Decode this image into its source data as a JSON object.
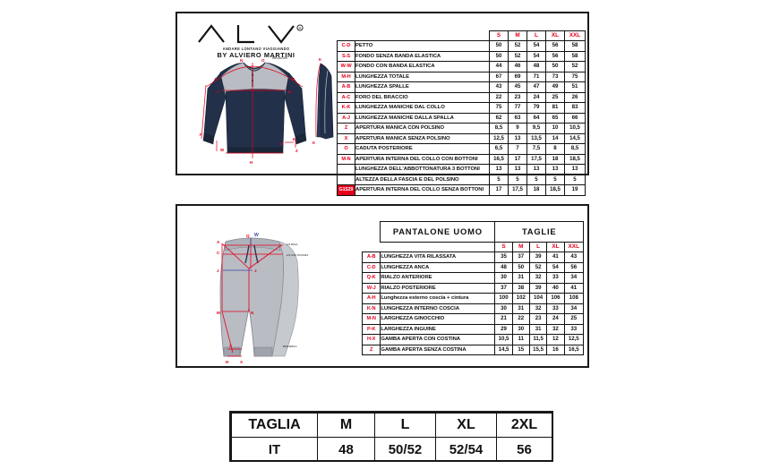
{
  "brand": {
    "name": "A L V",
    "registered": "®",
    "tagline": "ANDARE LONTANO VIAGGIANDO",
    "by_line": "BY ALVIERO MARTINI"
  },
  "illustrations": {
    "sweatshirt": {
      "name": "sweatshirt-front-and-side-diagram",
      "colors": {
        "body": "#22304a",
        "yoke": "#b9bcc2",
        "measure_line": "#e3001b"
      },
      "labels_front": [
        "N",
        "O",
        "A",
        "B",
        "C",
        "D",
        "F",
        "W",
        "H",
        "G",
        "K",
        "Z"
      ],
      "labels_side": [
        "K",
        "K"
      ],
      "note": "R8/11#2Gm"
    },
    "pants": {
      "name": "jogger-pants-diagram",
      "colors": {
        "body": "#b9bcc2",
        "measure_line": "#e3001b",
        "accent_line": "#3a46a8"
      },
      "labels": [
        "A",
        "C",
        "Q",
        "W",
        "J",
        "M",
        "N",
        "Z",
        "H",
        "X"
      ],
      "notes": [
        "1/3 RIGA",
        "1/4 CAC  POCKET",
        "R8/13#33m"
      ]
    }
  },
  "shirt_table": {
    "size_headers": [
      "S",
      "M",
      "L",
      "XL",
      "XXL"
    ],
    "rows": [
      {
        "code": "C-D",
        "desc": "PETTO",
        "values": [
          "50",
          "52",
          "54",
          "56",
          "58"
        ]
      },
      {
        "code": "S-S",
        "desc": "FONDO SENZA BANDA ELASTICA",
        "values": [
          "50",
          "52",
          "54",
          "56",
          "58"
        ]
      },
      {
        "code": "W-W",
        "desc": "FONDO CON BANDA ELASTICA",
        "values": [
          "44",
          "46",
          "48",
          "50",
          "52"
        ]
      },
      {
        "code": "M-H",
        "desc": "LUNGHEZZA TOTALE",
        "values": [
          "67",
          "69",
          "71",
          "73",
          "75"
        ]
      },
      {
        "code": "A-B",
        "desc": "LUNGHEZZA SPALLE",
        "values": [
          "43",
          "45",
          "47",
          "49",
          "51"
        ]
      },
      {
        "code": "A-C",
        "desc": "FORO DEL BRACCIO",
        "values": [
          "22",
          "23",
          "24",
          "25",
          "26"
        ]
      },
      {
        "code": "K-K",
        "desc": "LUNGHEZZA MANICHE DAL COLLO",
        "values": [
          "75",
          "77",
          "79",
          "81",
          "83"
        ]
      },
      {
        "code": "A-J",
        "desc": "LUNGHEZZA MANICHE DALLA SPALLA",
        "values": [
          "62",
          "63",
          "64",
          "65",
          "66"
        ]
      },
      {
        "code": "Z",
        "desc": "APERTURA MANICA CON POLSINO",
        "values": [
          "8,5",
          "9",
          "9,5",
          "10",
          "10,5"
        ]
      },
      {
        "code": "X",
        "desc": "APERTURA MANICA SENZA POLSINO",
        "values": [
          "12,5",
          "13",
          "13,5",
          "14",
          "14,5"
        ]
      },
      {
        "code": "O",
        "desc": "CADUTA POSTERIORE",
        "values": [
          "6,5",
          "7",
          "7,5",
          "8",
          "8,5"
        ]
      },
      {
        "code": "M-N",
        "desc": "APERTURA INTERNA DEL COLLO CON BOTTONI",
        "values": [
          "16,5",
          "17",
          "17,5",
          "18",
          "18,5"
        ]
      },
      {
        "code": "",
        "desc": "LUNGHEZZA DELL'ABBOTTONATURA 3 BOTTONI",
        "values": [
          "13",
          "13",
          "13",
          "13",
          "13"
        ]
      },
      {
        "code": "",
        "desc": "ALTEZZA DELLA FASCIA E DEL POLSINO",
        "values": [
          "5",
          "5",
          "5",
          "5",
          "5"
        ]
      },
      {
        "code": "G1S29",
        "code_badge": true,
        "desc": "APERTURA INTERNA DEL COLLO SENZA BOTTONI",
        "values": [
          "17",
          "17,5",
          "18",
          "18,5",
          "19"
        ]
      }
    ]
  },
  "pants_table": {
    "title": "PANTALONE UOMO",
    "sizes_title": "TAGLIE",
    "size_headers": [
      "S",
      "M",
      "L",
      "XL",
      "XXL"
    ],
    "rows": [
      {
        "code": "A-B",
        "desc": "LUNGHEZZA VITA RILASSATA",
        "values": [
          "35",
          "37",
          "39",
          "41",
          "43"
        ]
      },
      {
        "code": "C-D",
        "desc": "LUNGHEZZA ANCA",
        "values": [
          "48",
          "50",
          "52",
          "54",
          "56"
        ]
      },
      {
        "code": "Q-K",
        "desc": "RIALZO ANTERIORE",
        "values": [
          "30",
          "31",
          "32",
          "33",
          "34"
        ]
      },
      {
        "code": "W-J",
        "desc": "RIALZO POSTERIORE",
        "values": [
          "37",
          "38",
          "39",
          "40",
          "41"
        ]
      },
      {
        "code": "A-H",
        "desc": "Lunghezza esterno coscia + cintura",
        "values": [
          "100",
          "102",
          "104",
          "106",
          "108"
        ]
      },
      {
        "code": "K-N",
        "desc": "LUNGHEZZA INTERNO COSCIA",
        "values": [
          "30",
          "31",
          "32",
          "33",
          "34"
        ]
      },
      {
        "code": "M-N",
        "desc": "LARGHEZZA GINOCCHIO",
        "values": [
          "21",
          "22",
          "23",
          "24",
          "25"
        ]
      },
      {
        "code": "P-K",
        "desc": "LARGHEZZA INGUINE",
        "values": [
          "29",
          "30",
          "31",
          "32",
          "33"
        ]
      },
      {
        "code": "H-X",
        "desc": "GAMBA APERTA CON COSTINA",
        "values": [
          "10,5",
          "11",
          "11,5",
          "12",
          "12,5"
        ]
      },
      {
        "code": "Z",
        "desc": "GAMBA APERTA SENZA COSTINA",
        "values": [
          "14,5",
          "15",
          "15,5",
          "16",
          "16,5"
        ]
      }
    ]
  },
  "conversion_table": {
    "rows": [
      {
        "label": "TAGLIA",
        "values": [
          "M",
          "L",
          "XL",
          "2XL"
        ]
      },
      {
        "label": "IT",
        "values": [
          "48",
          "50/52",
          "52/54",
          "56"
        ]
      }
    ]
  },
  "colors": {
    "accent_red": "#e3001b",
    "ink": "#111111",
    "garment_navy": "#22304a",
    "garment_grey": "#b9bcc2"
  }
}
